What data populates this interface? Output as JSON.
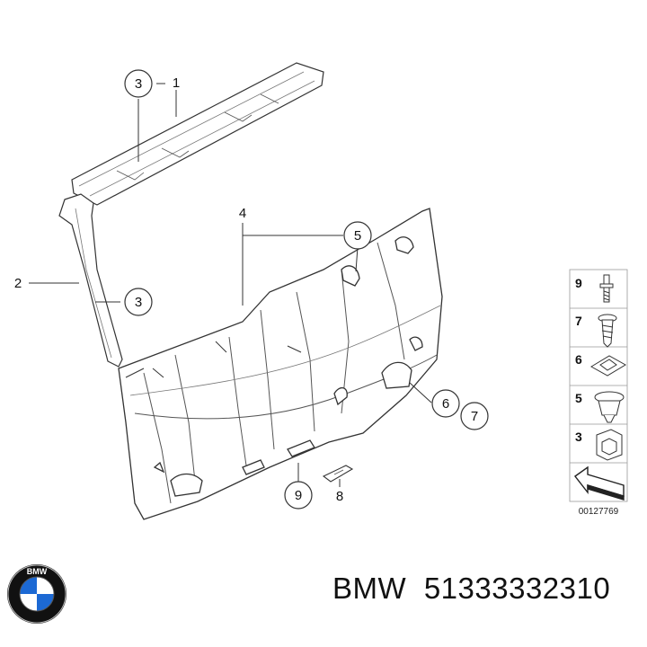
{
  "diagram": {
    "callouts": {
      "c1": "1",
      "c2": "2",
      "c3a": "3",
      "c3b": "3",
      "c4": "4",
      "c5": "5",
      "c6": "6",
      "c7": "7",
      "c8": "8",
      "c9": "9"
    },
    "legend": {
      "items": [
        {
          "label": "9",
          "icon": "stud-bolt-icon"
        },
        {
          "label": "7",
          "icon": "screw-icon"
        },
        {
          "label": "6",
          "icon": "clip-nut-icon"
        },
        {
          "label": "5",
          "icon": "expanding-rivet-icon"
        },
        {
          "label": "3",
          "icon": "clip-icon"
        }
      ],
      "arrow_icon": "direction-arrow-icon"
    },
    "diagram_code": "00127769"
  },
  "footer": {
    "brand": "BMW",
    "part_number": "51333332310"
  },
  "logo": {
    "letters": "BMW"
  }
}
